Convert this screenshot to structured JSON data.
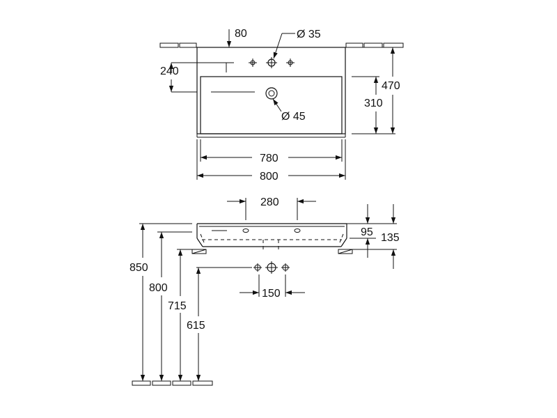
{
  "top_view": {
    "dim_hole_offset": "80",
    "dim_tap_hole": "Ø 35",
    "dim_hole_depth": "240",
    "dim_drain": "Ø 45",
    "dim_bowl_depth": "310",
    "dim_total_depth": "470",
    "dim_bowl_width": "780",
    "dim_total_width": "800"
  },
  "front_view": {
    "dim_hole_spacing": "280",
    "dim_rim_height": "95",
    "dim_total_height": "135",
    "dim_850": "850",
    "dim_800": "800",
    "dim_715": "715",
    "dim_615": "615",
    "dim_tap_spacing": "150"
  }
}
